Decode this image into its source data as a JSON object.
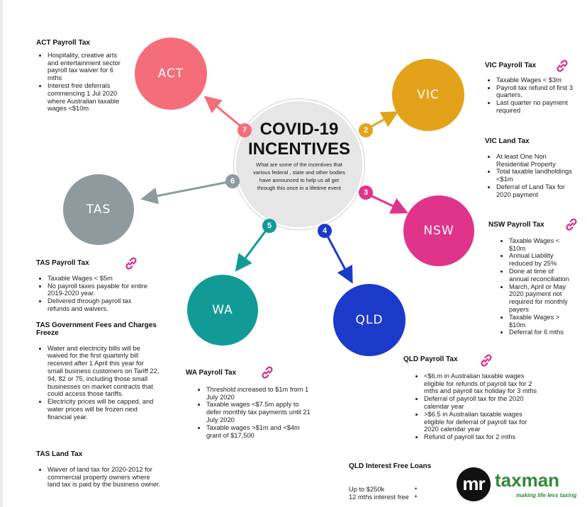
{
  "colors": {
    "act": "#f56d79",
    "vic": "#e3a21a",
    "nsw": "#e0338a",
    "qld": "#1c3ac9",
    "wa": "#129a97",
    "tas": "#8e9a9e",
    "link": "#d52f88",
    "logo_green": "#2f8a3a"
  },
  "center": {
    "title_line1": "COVID-19",
    "title_line2": "INCENTIVES",
    "subtitle": "What are some of the incentives that various federal , state and other bodies have announced to help us all get through this once in a lifetime event"
  },
  "nodes": {
    "act": {
      "label": "ACT",
      "num": "7"
    },
    "vic": {
      "label": "VIC",
      "num": "2"
    },
    "nsw": {
      "label": "NSW",
      "num": "3"
    },
    "qld": {
      "label": "QLD",
      "num": "4"
    },
    "wa": {
      "label": "WA",
      "num": "5"
    },
    "tas": {
      "label": "TAS",
      "num": "6"
    }
  },
  "act_payroll": {
    "title": "ACT Payroll Tax",
    "items": [
      "Hospitality, creative arts and entertainment sector payroll tax waiver for 6 mths",
      "Interest free deferrals commencing 1 Jul 2020 where Australian taxable wages <$10m"
    ]
  },
  "vic_payroll": {
    "title": "VIC Payroll Tax",
    "items": [
      "Taxable Wages < $3m",
      "Payroll tax refund of first 3 quarters.",
      "Last quarter no payment required"
    ]
  },
  "vic_land": {
    "title": "VIC Land Tax",
    "items": [
      "At least One Non Residential Property",
      "Total taxable landholdings <$1m",
      "Deferral of Land Tax for 2020 payment"
    ]
  },
  "nsw_payroll": {
    "title": "NSW Payroll Tax",
    "items": [
      "Taxable Wages < $10m",
      "Annual Liability reduced by 25%",
      "Done at time of annual reconciliation",
      "March, April or May 2020 payment not required for monthly payers",
      "Taxable Wages > $10m",
      "Deferral for 6 mths"
    ]
  },
  "tas_payroll": {
    "title": "TAS Payroll Tax",
    "items": [
      "Taxable Wages < $5m",
      "No payroll taxes payable for entire 2019-2020 year.",
      "Delivered through payroll tax refunds and waivers."
    ]
  },
  "tas_fees": {
    "title": "TAS Government Fees and Charges Freeze",
    "items": [
      "Water and electricity bills will be waived for the first quarterly bill received after 1 April this year for small business customers on Tariff 22, 94, 82 or 75, including those small businesses on market contracts that could access those tariffs.",
      "Electricity prices will be capped, and water prices will be frozen next financial year."
    ]
  },
  "tas_land": {
    "title": "TAS Land Tax",
    "items": [
      "Waiver of land tax for 2020-2012 for commercial property owners where land tax is paid by the business owner."
    ]
  },
  "wa_payroll": {
    "title": "WA Payroll Tax",
    "items": [
      "Threshold increased to $1m from 1 July 2020",
      "Taxable wages <$7.5m apply to defer monthly tax payments until 21 July 2020",
      "Taxable wages >$1m and <$4m grant of $17,500"
    ]
  },
  "qld_payroll": {
    "title": "QLD Payroll Tax",
    "items": [
      "<$6.m in Australian taxable wages eligible for refunds of payroll tax for 2 mths and payroll tax holiday for 3 mths",
      "Deferral of payroll tax for the 2020 calendar year",
      ">$6.5 in Australian taxable wages eligible for deferral of payroll tax for 2020 calendar year",
      "Refund of payroll tax for 2 mths"
    ]
  },
  "qld_loans": {
    "title": "QLD Interest Free Loans",
    "line1": "Up to $250k",
    "line2": "12 mths interest free"
  },
  "logo": {
    "mr": "mr",
    "name": "taxman",
    "tagline": "making life less taxing"
  }
}
